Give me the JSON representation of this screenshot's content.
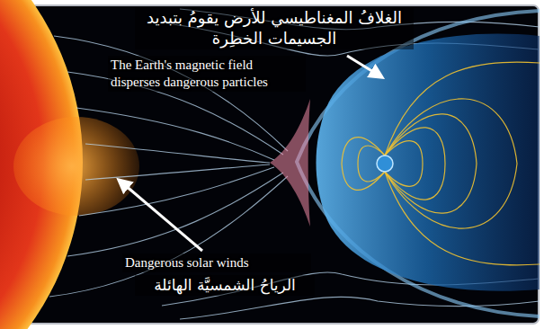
{
  "diagram": {
    "labels": [
      "الغلافُ المغناطيسي للأرض يقومُ بتبديد الجسيمات الخطِرة",
      "The Earth's magnetic field disperses dangerous particles",
      "Dangerous solar winds",
      "الرياحُ الشمسيَّة الهائلة"
    ]
  }
}
